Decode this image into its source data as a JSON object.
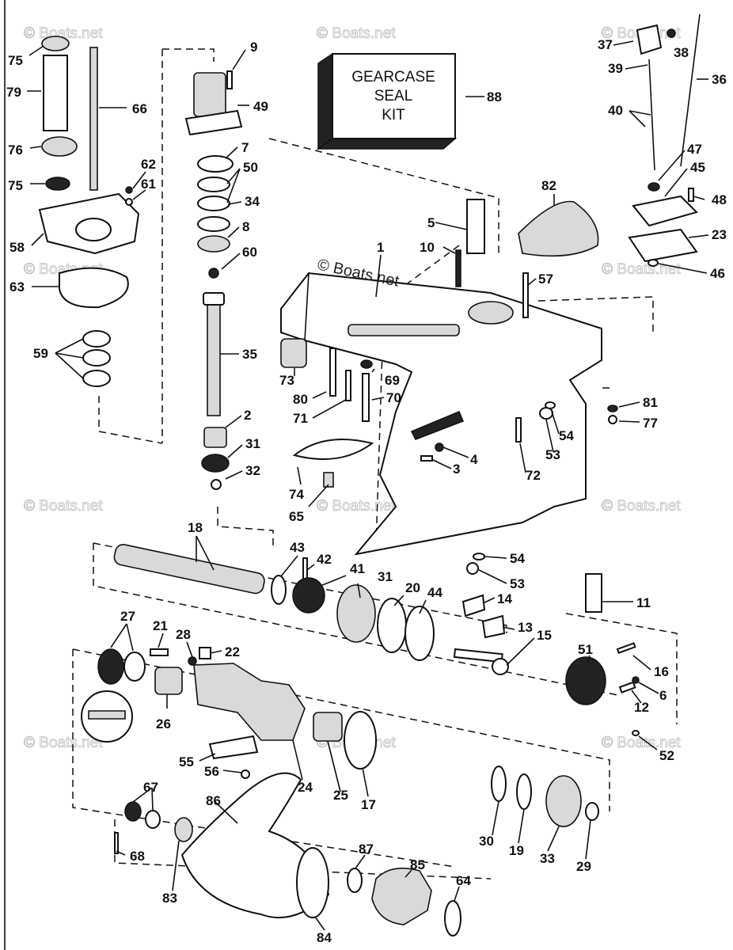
{
  "kit": {
    "lines": [
      "GEARCASE",
      "SEAL",
      "KIT"
    ],
    "number": "88"
  },
  "watermarks": {
    "main": "© Boats.net",
    "faint": "© Boats.net"
  },
  "labels": [
    {
      "id": "75a",
      "text": "75"
    },
    {
      "id": "79",
      "text": "79"
    },
    {
      "id": "66",
      "text": "66"
    },
    {
      "id": "76",
      "text": "76"
    },
    {
      "id": "75b",
      "text": "75"
    },
    {
      "id": "62",
      "text": "62"
    },
    {
      "id": "61",
      "text": "61"
    },
    {
      "id": "58",
      "text": "58"
    },
    {
      "id": "63",
      "text": "63"
    },
    {
      "id": "59",
      "text": "59"
    },
    {
      "id": "9",
      "text": "9"
    },
    {
      "id": "49",
      "text": "49"
    },
    {
      "id": "7",
      "text": "7"
    },
    {
      "id": "50",
      "text": "50"
    },
    {
      "id": "34",
      "text": "34"
    },
    {
      "id": "8",
      "text": "8"
    },
    {
      "id": "60",
      "text": "60"
    },
    {
      "id": "35",
      "text": "35"
    },
    {
      "id": "2",
      "text": "2"
    },
    {
      "id": "31a",
      "text": "31"
    },
    {
      "id": "32",
      "text": "32"
    },
    {
      "id": "37",
      "text": "37"
    },
    {
      "id": "38",
      "text": "38"
    },
    {
      "id": "39",
      "text": "39"
    },
    {
      "id": "36",
      "text": "36"
    },
    {
      "id": "40",
      "text": "40"
    },
    {
      "id": "47",
      "text": "47"
    },
    {
      "id": "45",
      "text": "45"
    },
    {
      "id": "48",
      "text": "48"
    },
    {
      "id": "23",
      "text": "23"
    },
    {
      "id": "46",
      "text": "46"
    },
    {
      "id": "82",
      "text": "82"
    },
    {
      "id": "5",
      "text": "5"
    },
    {
      "id": "10",
      "text": "10"
    },
    {
      "id": "1",
      "text": "1"
    },
    {
      "id": "57",
      "text": "57"
    },
    {
      "id": "73",
      "text": "73"
    },
    {
      "id": "69",
      "text": "69"
    },
    {
      "id": "80",
      "text": "80"
    },
    {
      "id": "70",
      "text": "70"
    },
    {
      "id": "71",
      "text": "71"
    },
    {
      "id": "81",
      "text": "81"
    },
    {
      "id": "77",
      "text": "77"
    },
    {
      "id": "54a",
      "text": "54"
    },
    {
      "id": "53a",
      "text": "53"
    },
    {
      "id": "4",
      "text": "4"
    },
    {
      "id": "3",
      "text": "3"
    },
    {
      "id": "72",
      "text": "72"
    },
    {
      "id": "74",
      "text": "74"
    },
    {
      "id": "65",
      "text": "65"
    },
    {
      "id": "54b",
      "text": "54"
    },
    {
      "id": "53b",
      "text": "53"
    },
    {
      "id": "18",
      "text": "18"
    },
    {
      "id": "43",
      "text": "43"
    },
    {
      "id": "42",
      "text": "42"
    },
    {
      "id": "41",
      "text": "41"
    },
    {
      "id": "31b",
      "text": "31"
    },
    {
      "id": "20",
      "text": "20"
    },
    {
      "id": "44",
      "text": "44"
    },
    {
      "id": "11",
      "text": "11"
    },
    {
      "id": "14",
      "text": "14"
    },
    {
      "id": "13",
      "text": "13"
    },
    {
      "id": "15",
      "text": "15"
    },
    {
      "id": "27",
      "text": "27"
    },
    {
      "id": "21",
      "text": "21"
    },
    {
      "id": "28",
      "text": "28"
    },
    {
      "id": "22",
      "text": "22"
    },
    {
      "id": "26",
      "text": "26"
    },
    {
      "id": "51",
      "text": "51"
    },
    {
      "id": "16",
      "text": "16"
    },
    {
      "id": "6",
      "text": "6"
    },
    {
      "id": "12",
      "text": "12"
    },
    {
      "id": "52",
      "text": "52"
    },
    {
      "id": "55",
      "text": "55"
    },
    {
      "id": "56",
      "text": "56"
    },
    {
      "id": "24",
      "text": "24"
    },
    {
      "id": "25",
      "text": "25"
    },
    {
      "id": "17",
      "text": "17"
    },
    {
      "id": "67",
      "text": "67"
    },
    {
      "id": "86",
      "text": "86"
    },
    {
      "id": "68",
      "text": "68"
    },
    {
      "id": "83",
      "text": "83"
    },
    {
      "id": "84",
      "text": "84"
    },
    {
      "id": "87",
      "text": "87"
    },
    {
      "id": "85",
      "text": "85"
    },
    {
      "id": "64",
      "text": "64"
    },
    {
      "id": "30",
      "text": "30"
    },
    {
      "id": "19",
      "text": "19"
    },
    {
      "id": "33",
      "text": "33"
    },
    {
      "id": "29",
      "text": "29"
    }
  ]
}
